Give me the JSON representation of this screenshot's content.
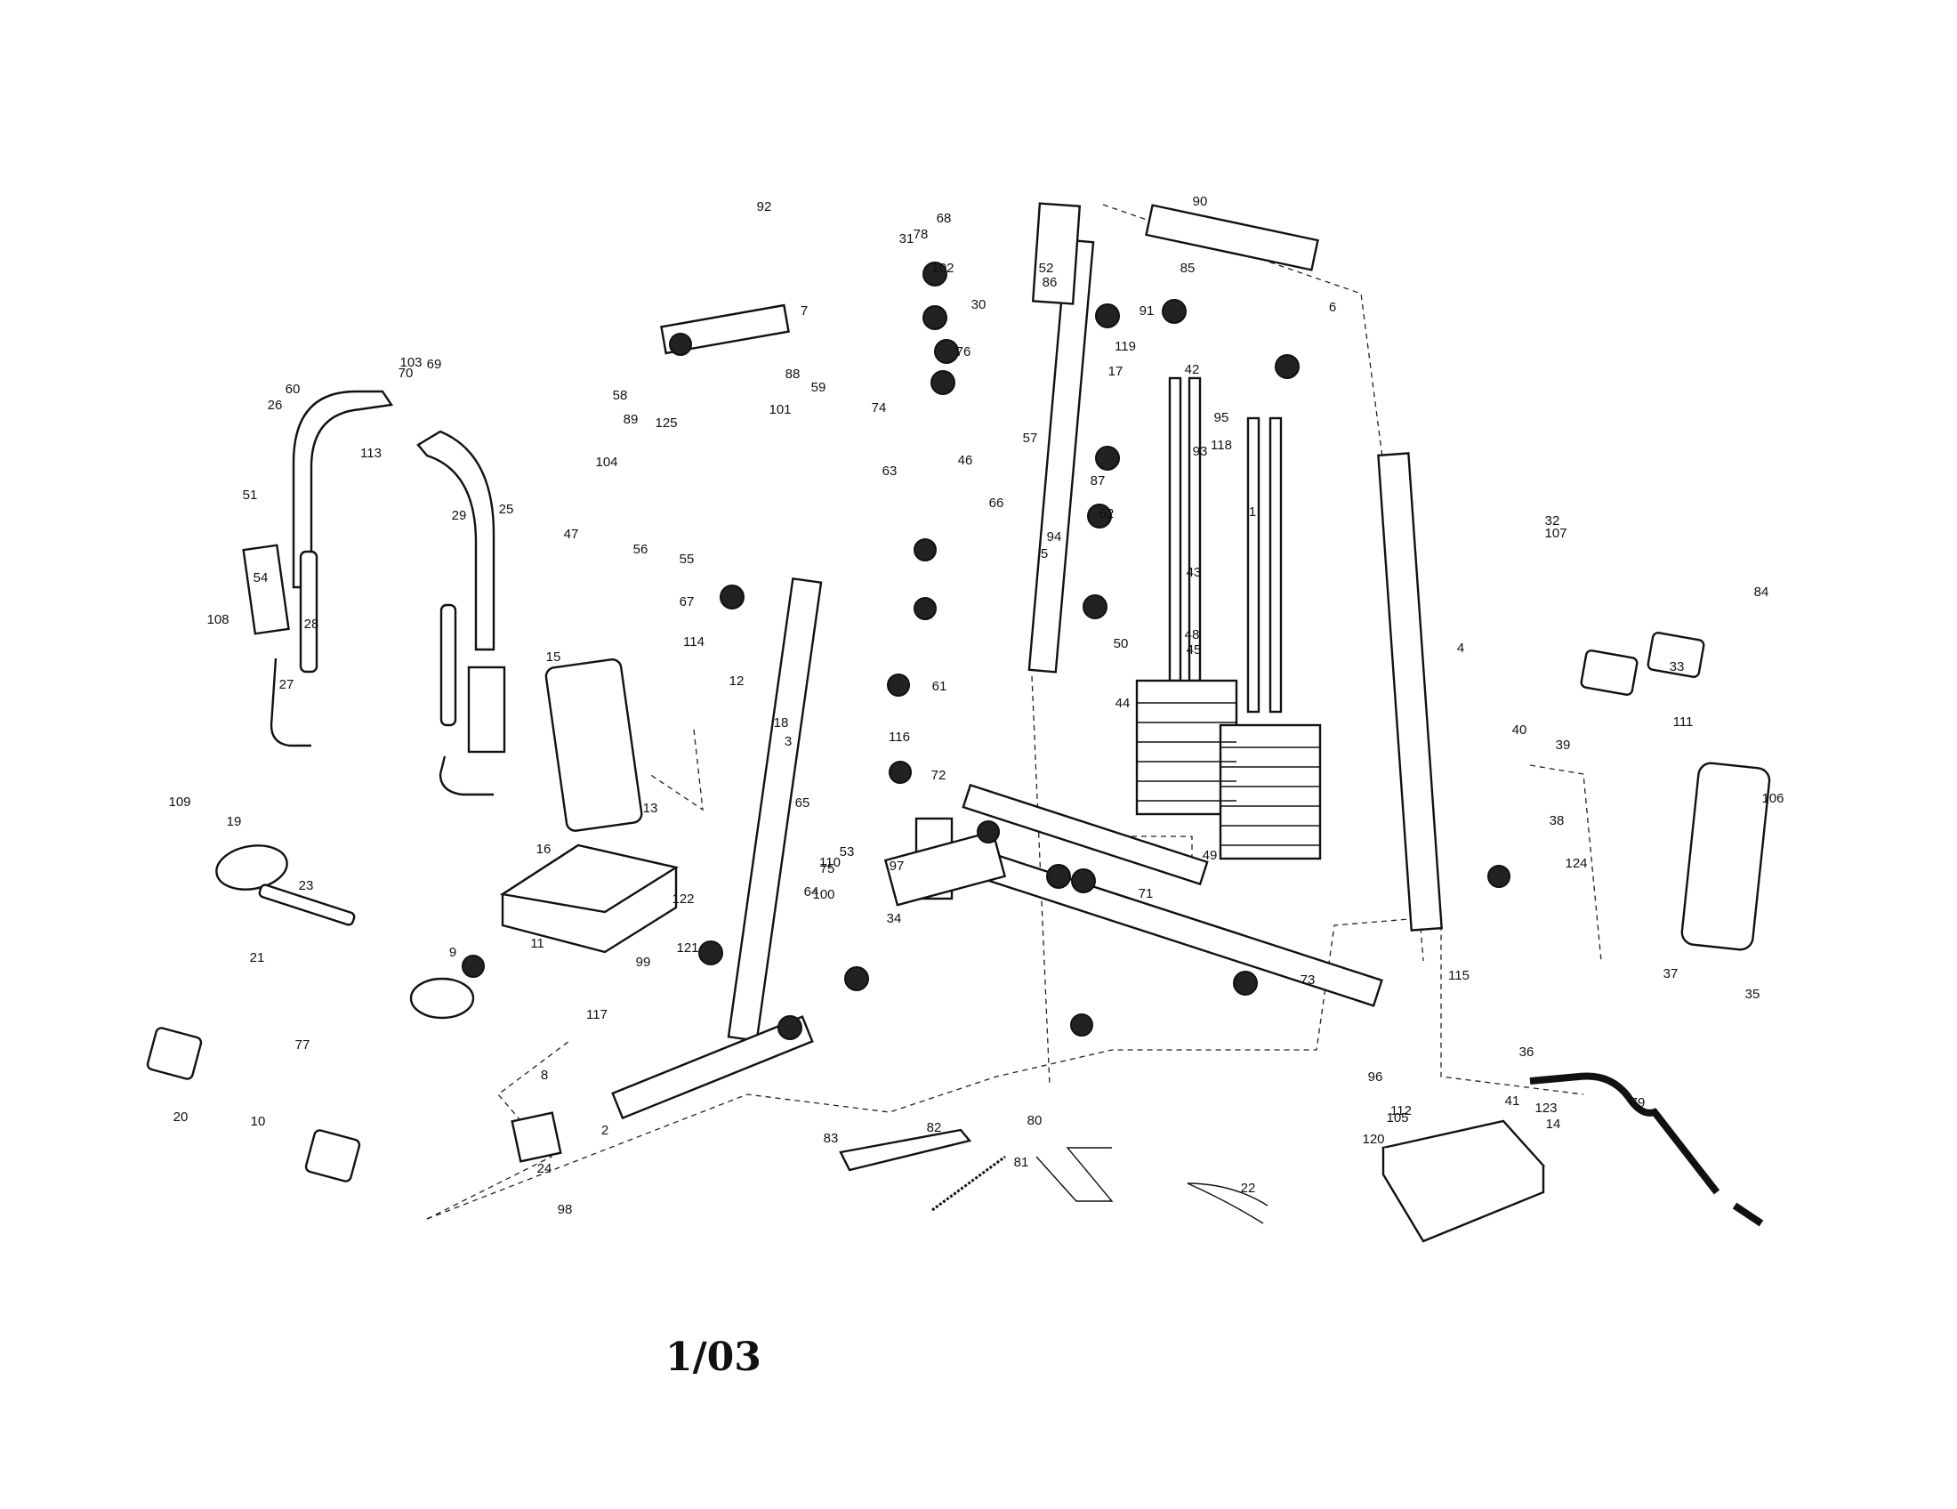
{
  "page": {
    "code": "1/03"
  },
  "callouts": [
    "1",
    "2",
    "3",
    "4",
    "5",
    "6",
    "7",
    "8",
    "9",
    "10",
    "11",
    "12",
    "13",
    "14",
    "15",
    "16",
    "17",
    "18",
    "19",
    "20",
    "21",
    "22",
    "23",
    "24",
    "25",
    "26",
    "27",
    "28",
    "29",
    "30",
    "31",
    "32",
    "33",
    "34",
    "35",
    "36",
    "37",
    "38",
    "39",
    "40",
    "41",
    "42",
    "43",
    "44",
    "45",
    "46",
    "47",
    "48",
    "49",
    "50",
    "51",
    "52",
    "53",
    "54",
    "55",
    "56",
    "57",
    "58",
    "59",
    "60",
    "61",
    "62",
    "63",
    "64",
    "65",
    "66",
    "67",
    "68",
    "69",
    "70",
    "71",
    "72",
    "73",
    "74",
    "75",
    "76",
    "77",
    "78",
    "79",
    "80",
    "81",
    "82",
    "83",
    "84",
    "85",
    "86",
    "87",
    "88",
    "89",
    "90",
    "91",
    "92",
    "93",
    "94",
    "95",
    "96",
    "97",
    "98",
    "99",
    "100",
    "101",
    "102",
    "103",
    "104",
    "105",
    "106",
    "107",
    "108",
    "109",
    "110",
    "111",
    "112",
    "113",
    "114",
    "115",
    "116",
    "117",
    "118",
    "119",
    "120",
    "121",
    "122",
    "123",
    "124",
    "125"
  ]
}
